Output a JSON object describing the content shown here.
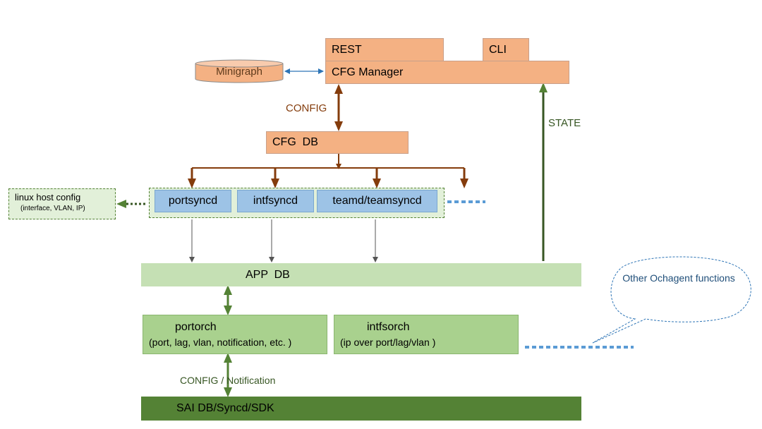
{
  "cfg": {
    "rest": "REST",
    "cli": "CLI",
    "manager": "CFG Manager",
    "minigraph": "Minigraph",
    "config": "CONFIG",
    "db": "CFG  DB",
    "state": "STATE"
  },
  "syncd": {
    "linux_title": "linux host config",
    "linux_sub": "(interface, VLAN, IP)",
    "portsyncd": "portsyncd",
    "intfsyncd": "intfsyncd",
    "teamd": "teamd/teamsyncd"
  },
  "app": {
    "db": "APP  DB"
  },
  "orch": {
    "portorch_title": "portorch",
    "portorch_sub": "(port, lag, vlan, notification, etc. )",
    "intfsorch_title": "intfsorch",
    "intfsorch_sub": "(ip over port/lag/vlan )",
    "other": "Other Ochagent functions"
  },
  "sai": {
    "config_notif": "CONFIG / Notification",
    "db": "SAI DB/Syncd/SDK"
  },
  "colors": {
    "orange": "#f4b183",
    "blue": "#9dc3e6",
    "light_green": "#c5e0b4",
    "green": "#a9d18e",
    "dark_green": "#548235",
    "brown_arrow": "#843c0c",
    "green_arrow": "#548235"
  }
}
